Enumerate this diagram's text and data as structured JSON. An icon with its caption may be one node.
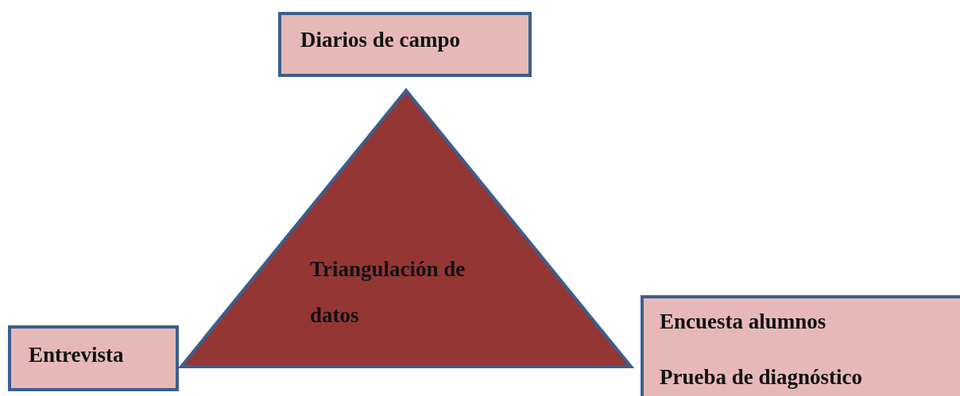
{
  "diagram": {
    "nodes": [
      {
        "text": [
          "Diarios de campo"
        ]
      },
      {
        "text": [
          "Triangulación de datos"
        ]
      },
      {
        "text": [
          "Entrevista"
        ]
      },
      {
        "text": [
          "Encuesta alumnos",
          "Prueba de diagnóstico"
        ]
      }
    ]
  }
}
